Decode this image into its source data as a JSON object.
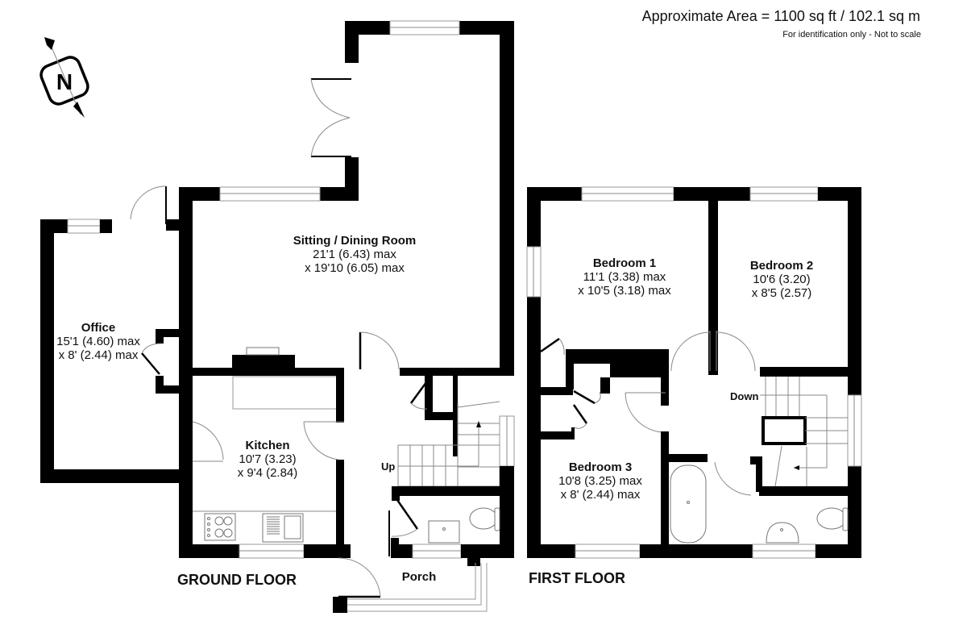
{
  "header": {
    "area": "Approximate Area = 1100 sq ft / 102.1 sq m",
    "note": "For identification only - Not to scale"
  },
  "compass": {
    "letter": "N",
    "icon": "north-compass-icon"
  },
  "floors": [
    {
      "title": "GROUND FLOOR"
    },
    {
      "title": "FIRST FLOOR"
    }
  ],
  "rooms": {
    "sitting_dining": {
      "name": "Sitting / Dining Room",
      "dim1": "21'1 (6.43) max",
      "dim2": "x 19'10 (6.05) max"
    },
    "office": {
      "name": "Office",
      "dim1": "15'1 (4.60) max",
      "dim2": "x 8' (2.44) max"
    },
    "kitchen": {
      "name": "Kitchen",
      "dim1": "10'7 (3.23)",
      "dim2": "x 9'4 (2.84)"
    },
    "porch": {
      "name": "Porch"
    },
    "bedroom1": {
      "name": "Bedroom 1",
      "dim1": "11'1 (3.38) max",
      "dim2": "x 10'5 (3.18) max"
    },
    "bedroom2": {
      "name": "Bedroom 2",
      "dim1": "10'6 (3.20)",
      "dim2": "x 8'5 (2.57)"
    },
    "bedroom3": {
      "name": "Bedroom 3",
      "dim1": "10'8 (3.25) max",
      "dim2": "x 8' (2.44) max"
    }
  },
  "stairs": {
    "up": "Up",
    "down": "Down"
  },
  "colors": {
    "wall": "#000000",
    "window": "#9a9a9a",
    "background": "#ffffff"
  }
}
